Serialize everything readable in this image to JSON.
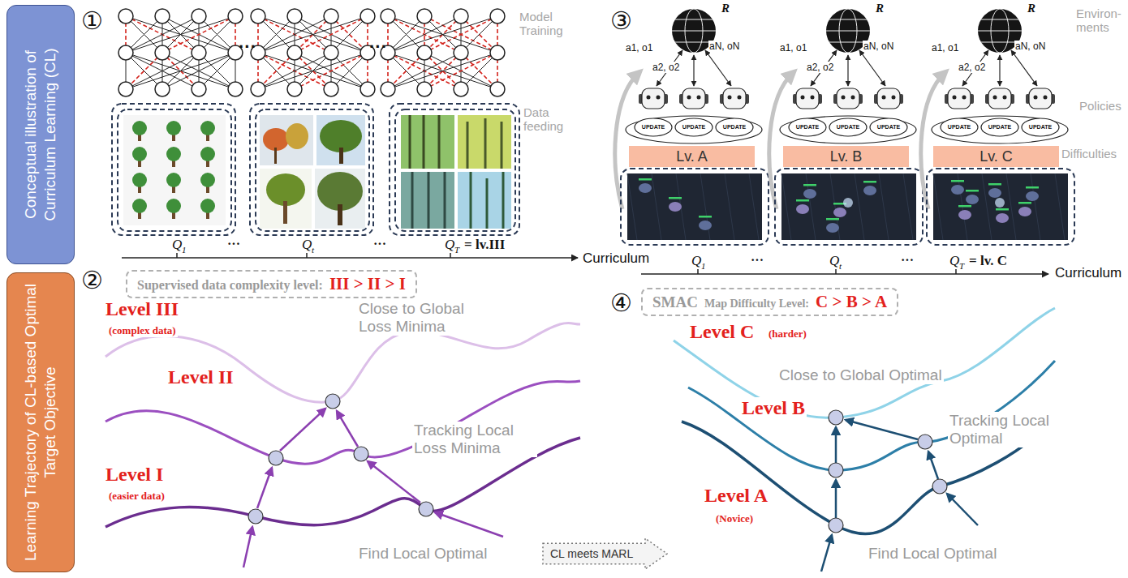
{
  "diagram": {
    "nodes": [
      {
        "text": [
          "Conceptual illustration of Curriculum Learning (CL)"
        ]
      },
      {
        "text": [
          "Learning Trajectory of CL-based Optimal Target Objective"
        ]
      },
      {
        "text": [
          "Supervised data complexity level:",
          "III > II > I"
        ]
      },
      {
        "text": [
          "Lv. A"
        ]
      },
      {
        "text": [
          "Lv. B"
        ]
      },
      {
        "text": [
          "Lv. C"
        ]
      },
      {
        "text": [
          "SMAC",
          "Map Difficulty Level:",
          "C > B > A"
        ]
      },
      {
        "text": [
          "CL meets MARL"
        ]
      }
    ],
    "labels": [
      "①",
      "···",
      "···",
      "Model Training",
      "Data feeding",
      "Q",
      "1",
      "···",
      "Q",
      "t",
      "···",
      "Q",
      "T",
      "= lv.III",
      "Curriculum",
      "②",
      "Level III",
      "(complex data)",
      "Level II",
      "Level I",
      "(easier data)",
      "Close to Global Loss Minima",
      "Tracking Local Loss Minima",
      "Find Local Optimal",
      "③",
      "R",
      "R",
      "R",
      "Environ- ments",
      "Policies",
      "Difficulties",
      "a1, o1",
      "a2, o2",
      "aN, oN",
      "a1, o1",
      "a2, o2",
      "aN, oN",
      "a1, o1",
      "a2, o2",
      "aN, oN",
      "UPDATE",
      "UPDATE",
      "UPDATE",
      "UPDATE",
      "UPDATE",
      "UPDATE",
      "UPDATE",
      "UPDATE",
      "UPDATE",
      "Q",
      "1",
      "···",
      "Q",
      "t",
      "···",
      "Q",
      "T",
      "= lv. C",
      "Curriculum",
      "④",
      "Level C",
      "(harder)",
      "Level B",
      "Level A",
      "(Novice)",
      "Close to Global Optimal",
      "Tracking Local Optimal",
      "Find Local Optimal"
    ]
  }
}
